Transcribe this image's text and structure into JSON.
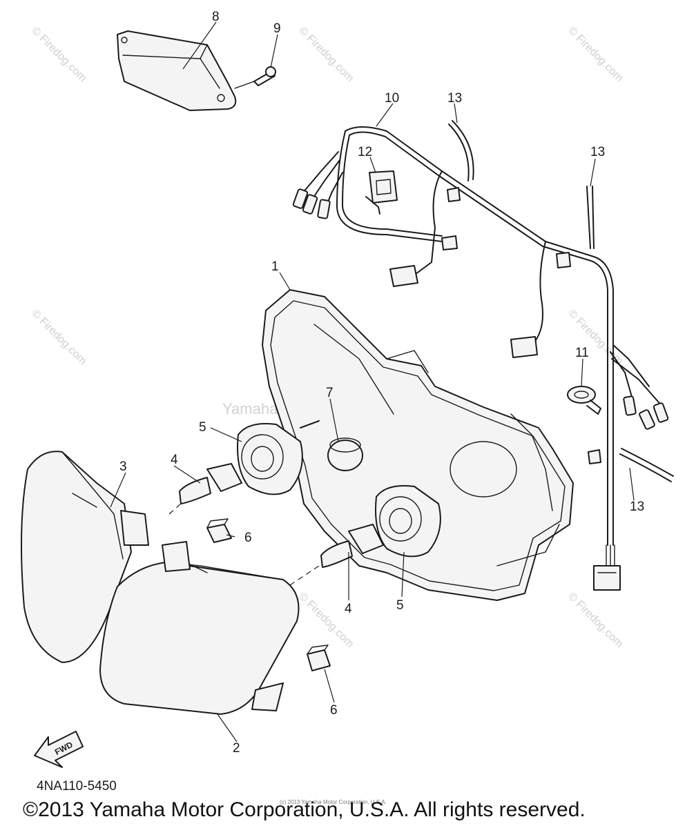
{
  "callouts": {
    "c1": "1",
    "c2": "2",
    "c3": "3",
    "c4a": "4",
    "c4b": "4",
    "c5a": "5",
    "c5b": "5",
    "c6a": "6",
    "c6b": "6",
    "c7": "7",
    "c8": "8",
    "c9": "9",
    "c10": "10",
    "c11": "11",
    "c12": "12",
    "c13a": "13",
    "c13b": "13",
    "c13c": "13"
  },
  "fwd_label": "FWD",
  "watermark": "© Firedog.com",
  "center_watermark": "Yamaha Motor Corp. ™",
  "diagram_code": "4NA110-5450",
  "small_copyright": "(c) 2013 Yamaha Motor Corporation, U.S.A.",
  "copyright": "©2013 Yamaha Motor Corporation, U.S.A. All rights reserved.",
  "colors": {
    "line": "#1a1a1a",
    "watermark": "#cfcfcf"
  }
}
